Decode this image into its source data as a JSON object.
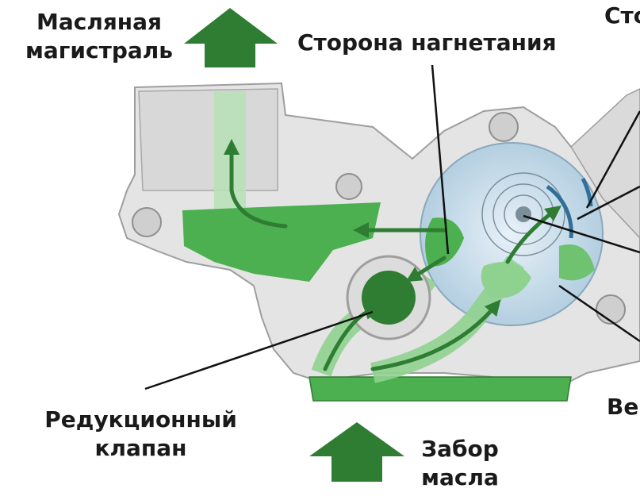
{
  "labels": {
    "oil_gallery": [
      "Масляная",
      "магистраль"
    ],
    "discharge_side": "Сторона нагнетания",
    "suction_side_partial": "Сто",
    "reducing_valve": [
      "Редукционный",
      "клапан"
    ],
    "oil_intake": [
      "Забор",
      "масла"
    ],
    "right_partial": "Ве"
  },
  "colors": {
    "green_dark": "#2e7d32",
    "green_flow": "#4caf50",
    "green_light": "#8fd18f",
    "housing": "#e4e4e4",
    "housing_edge": "#9e9e9e",
    "rotor_blue": "#bcd6e6",
    "arrow_big": "#2e7d32",
    "leader": "#111111"
  },
  "icons": [
    "arrow-up-icon",
    "arrow-up-icon"
  ]
}
